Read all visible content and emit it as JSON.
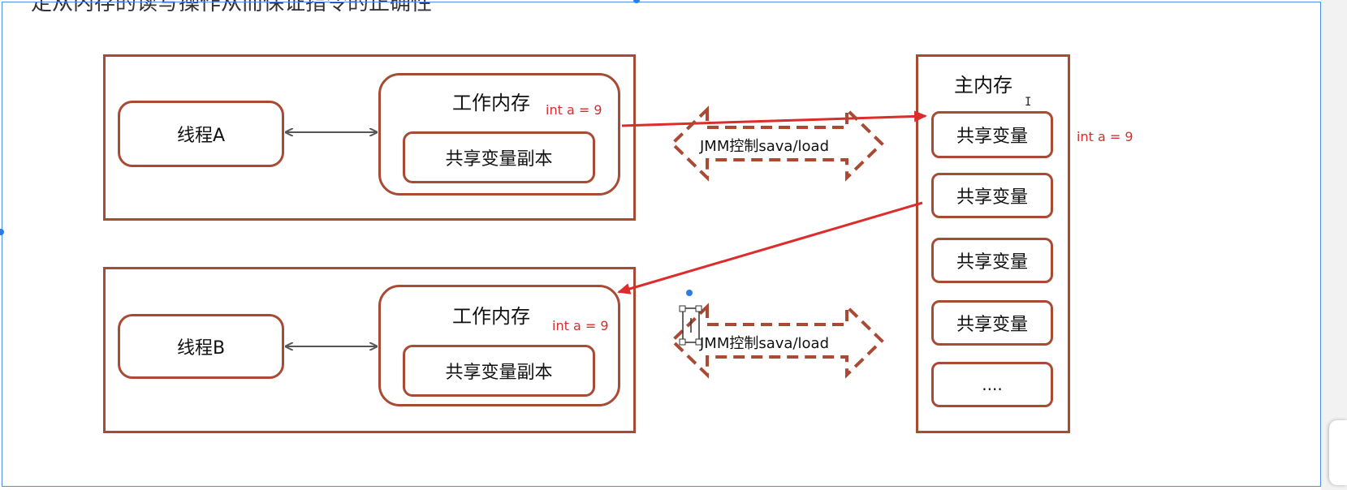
{
  "slide": {
    "title_partial": "定从内存的读写操作从而保证指令的正确性"
  },
  "thread_a": {
    "thread_label": "线程A",
    "work_memory_label": "工作内存",
    "int_value": "int a = 9",
    "copy_label": "共享变量副本"
  },
  "thread_b": {
    "thread_label": "线程B",
    "work_memory_label": "工作内存",
    "int_value": "int a = 9",
    "copy_label": "共享变量副本"
  },
  "jmm": {
    "top_label": "JMM控制sava/load",
    "bottom_label": "JMM控制sava/load"
  },
  "main_memory": {
    "title": "主内存",
    "items": [
      "共享变量",
      "共享变量",
      "共享变量",
      "共享变量",
      "...."
    ],
    "first_item_value": "int a = 9"
  },
  "colors": {
    "box_border": "#a94a35",
    "arrow_red": "#dd2c2c",
    "text_red": "#d32f2f",
    "selection_blue": "#2f7be5"
  }
}
